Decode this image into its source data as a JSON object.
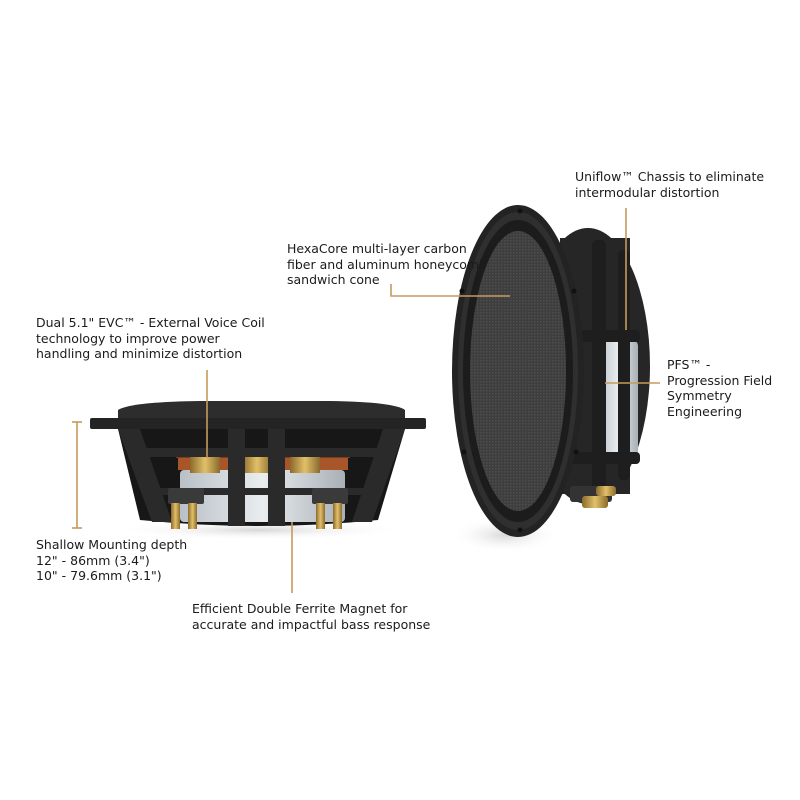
{
  "accent_color": "#c79a5a",
  "labels": {
    "chassis": [
      "Uniflow™ Chassis to eliminate",
      "intermodular distortion"
    ],
    "cone": [
      "HexaCore multi-layer carbon",
      "fiber and aluminum honeycomb",
      "sandwich cone"
    ],
    "voice_coil": [
      "Dual 5.1\" EVC™ - External Voice Coil",
      "technology to improve power",
      "handling and minimize distortion"
    ],
    "pfs": [
      "PFS™ -",
      "Progression Field",
      "Symmetry",
      "Engineering"
    ],
    "depth": [
      "Shallow Mounting depth",
      "12\" - 86mm (3.4\")",
      "10\" - 79.6mm (3.1\")"
    ],
    "magnet": [
      "Efficient Double Ferrite Magnet for",
      "accurate and impactful bass response"
    ]
  }
}
